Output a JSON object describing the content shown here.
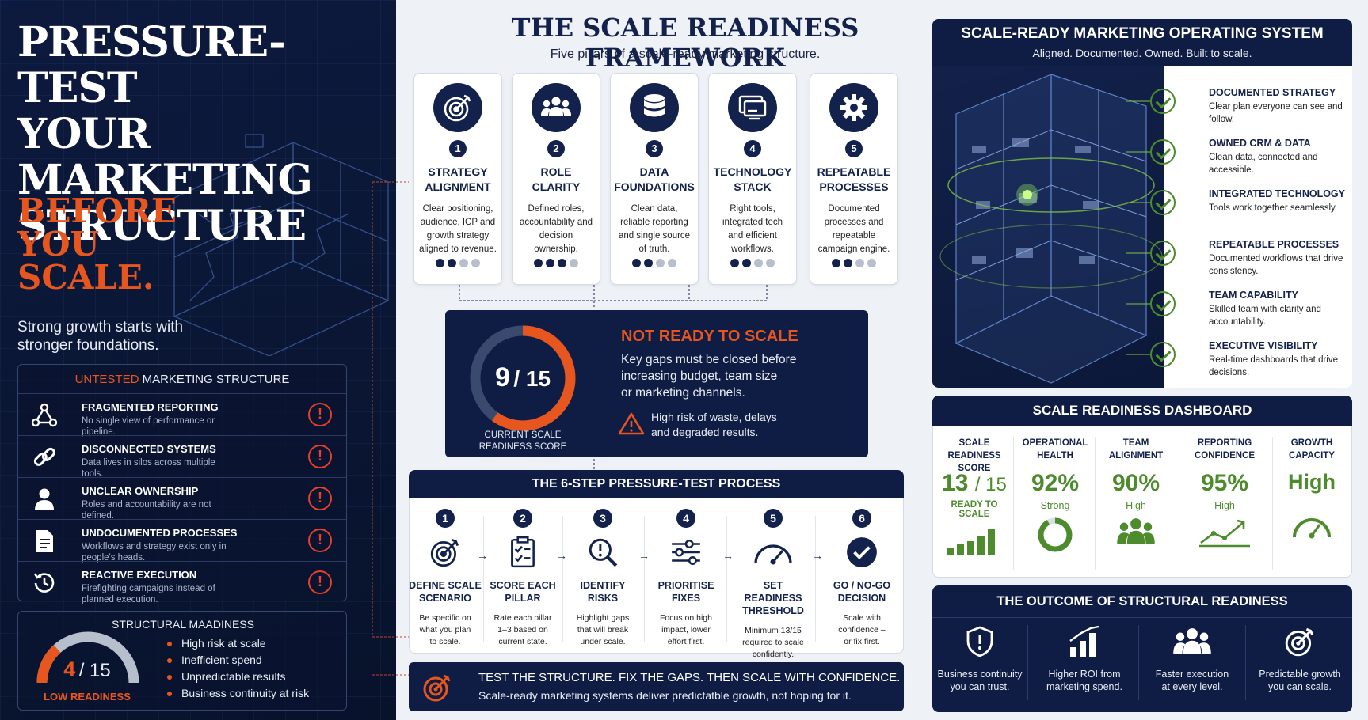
{
  "left": {
    "title_lines": [
      "PRESSURE-TEST",
      "YOUR",
      "MARKETING",
      "STRUCTURE"
    ],
    "accent_lines": [
      "BEFORE",
      "YOU",
      "SCALE."
    ],
    "subtitle_lines": [
      "Strong growth starts with",
      "stronger foundations."
    ],
    "untested": {
      "title_accent": "UNTESTED",
      "title_rest": " MARKETING STRUCTURE",
      "items": [
        {
          "title": "FRAGMENTED REPORTING",
          "desc": "No single view of performance or pipeline.",
          "icon": "network-icon"
        },
        {
          "title": "DISCONNECTED SYSTEMS",
          "desc": "Data lives in silos across multiple tools.",
          "icon": "link-icon"
        },
        {
          "title": "UNCLEAR OWNERSHIP",
          "desc": "Roles and accountability are not defined.",
          "icon": "person-icon"
        },
        {
          "title": "UNDOCUMENTED PROCESSES",
          "desc": "Workflows and strategy exist only in people's heads.",
          "icon": "document-icon"
        },
        {
          "title": "REACTIVE EXECUTION",
          "desc": "Firefighting campaigns instead of planned execution.",
          "icon": "history-icon"
        }
      ],
      "alert_glyph": "!"
    },
    "maadiness": {
      "title": "STRUCTURAL MAADINESS",
      "score": "4",
      "score_total": "/ 15",
      "score_label": "LOW READINESS",
      "bullets": [
        "High risk at scale",
        "Inefficient spend",
        "Unpredictable results",
        "Business continuity at risk"
      ]
    }
  },
  "center": {
    "title": "THE SCALE READINESS FRAMEWORK",
    "subtitle": "Five pillars of a scale-ready marketing structure.",
    "pillars": [
      {
        "num": "1",
        "title_lines": [
          "STRATEGY",
          "ALIGNMENT"
        ],
        "desc": "Clear positioning, audience, ICP and growth strategy aligned to revenue.",
        "icon": "target-icon",
        "filled": 2
      },
      {
        "num": "2",
        "title_lines": [
          "ROLE",
          "CLARITY"
        ],
        "desc": "Defined roles, accountability and decision ownership.",
        "icon": "team-icon",
        "filled": 3
      },
      {
        "num": "3",
        "title_lines": [
          "DATA",
          "FOUNDATIONS"
        ],
        "desc": "Clean data, reliable reporting and single source of truth.",
        "icon": "database-icon",
        "filled": 2
      },
      {
        "num": "4",
        "title_lines": [
          "TECHNOLOGY",
          "STACK"
        ],
        "desc": "Right tools, integrated tech and efficient workflows.",
        "icon": "monitor-icon",
        "filled": 2
      },
      {
        "num": "5",
        "title_lines": [
          "REPEATABLE",
          "PROCESSES"
        ],
        "desc": "Documented processes and repeatable campaign engine.",
        "icon": "gear-icon",
        "filled": 2
      }
    ],
    "score": {
      "value": "9",
      "total": "/ 15",
      "fraction": 0.6,
      "label_lines": [
        "CURRENT SCALE",
        "READINESS SCORE"
      ],
      "status": "NOT READY TO SCALE",
      "desc_lines": [
        "Key gaps must be closed before",
        "increasing budget, team size",
        "or marketing channels."
      ],
      "risk_lines": [
        "High risk of waste, delays",
        "and degraded results."
      ]
    },
    "process": {
      "title": "THE 6-STEP PRESSURE-TEST PROCESS",
      "steps": [
        {
          "num": "1",
          "title_lines": [
            "DEFINE SCALE",
            "SCENARIO"
          ],
          "desc_lines": [
            "Be specific on",
            "what you plan",
            "to scale."
          ],
          "icon": "target-icon"
        },
        {
          "num": "2",
          "title_lines": [
            "SCORE EACH",
            "PILLAR"
          ],
          "desc_lines": [
            "Rate each pillar",
            "1–3 based on",
            "current state."
          ],
          "icon": "checklist-icon"
        },
        {
          "num": "3",
          "title_lines": [
            "IDENTIFY",
            "RISKS"
          ],
          "desc_lines": [
            "Highlight gaps",
            "that will break",
            "under scale."
          ],
          "icon": "magnifier-alert-icon"
        },
        {
          "num": "4",
          "title_lines": [
            "PRIORITISE",
            "FIXES"
          ],
          "desc_lines": [
            "Focus on high",
            "impact, lower",
            "effort first."
          ],
          "icon": "sliders-icon"
        },
        {
          "num": "5",
          "title_lines": [
            "SET READINESS",
            "THRESHOLD"
          ],
          "desc_lines": [
            "Minimum 13/15",
            "required to scale",
            "confidently."
          ],
          "icon": "gauge-icon"
        },
        {
          "num": "6",
          "title_lines": [
            "GO / NO-GO",
            "DECISION"
          ],
          "desc_lines": [
            "Scale with",
            "confidence –",
            "or fix first."
          ],
          "icon": "check-circle-icon"
        }
      ]
    },
    "banner": {
      "title": "TEST THE STRUCTURE. FIX THE GAPS. THEN SCALE WITH CONFIDENCE.",
      "subtitle": "Scale-ready marketing systems deliver predictatble growth, not hoping for it."
    }
  },
  "right": {
    "os": {
      "title": "SCALE-READY MARKETING OPERATING SYSTEM",
      "subtitle": "Aligned. Documented. Owned. Built to scale.",
      "items": [
        {
          "title": "DOCUMENTED STRATEGY",
          "desc": "Clear plan everyone can see and follow."
        },
        {
          "title": "OWNED CRM & DATA",
          "desc": "Clean data, connected and accessible."
        },
        {
          "title": "INTEGRATED TECHNOLOGY",
          "desc": "Tools work together seamlessly."
        },
        {
          "title": "REPEATABLE PROCESSES",
          "desc": "Documented workflows that drive consistency."
        },
        {
          "title": "TEAM CAPABILITY",
          "desc": "Skilled team with clarity and accountability."
        },
        {
          "title": "EXECUTIVE VISIBILITY",
          "desc": "Real-time dashboards that drive decisions."
        }
      ]
    },
    "dashboard": {
      "title": "SCALE READINESS DASHBOARD",
      "metrics": [
        {
          "label_lines": [
            "SCALE READINESS",
            "SCORE"
          ],
          "value": "13",
          "total": "/ 15",
          "sub": "READY TO SCALE",
          "icon": "bar-chart-icon"
        },
        {
          "label_lines": [
            "OPERATIONAL",
            "HEALTH"
          ],
          "value": "92%",
          "sub": "Strong",
          "icon": "ring-icon"
        },
        {
          "label_lines": [
            "TEAM",
            "ALIGNMENT"
          ],
          "value": "90%",
          "sub": "High",
          "icon": "team-icon"
        },
        {
          "label_lines": [
            "REPORTING",
            "CONFIDENCE"
          ],
          "value": "95%",
          "sub": "High",
          "icon": "trend-icon"
        },
        {
          "label_lines": [
            "GROWTH",
            "CAPACITY"
          ],
          "value": "High",
          "sub": "",
          "icon": "gauge-icon"
        }
      ]
    },
    "outcome": {
      "title": "THE OUTCOME OF STRUCTURAL READINESS",
      "items": [
        {
          "lines": [
            "Business continuity",
            "you can trust."
          ],
          "icon": "shield-icon"
        },
        {
          "lines": [
            "Higher ROI from",
            "marketing spend."
          ],
          "icon": "growth-bars-icon"
        },
        {
          "lines": [
            "Faster execution",
            "at every level."
          ],
          "icon": "team-icon"
        },
        {
          "lines": [
            "Predictable growth",
            "you can scale."
          ],
          "icon": "target-icon"
        }
      ]
    }
  },
  "colors": {
    "navy": "#0f1c43",
    "orange": "#e8561f",
    "green": "#4d8b2c",
    "alert": "#e8402a"
  }
}
